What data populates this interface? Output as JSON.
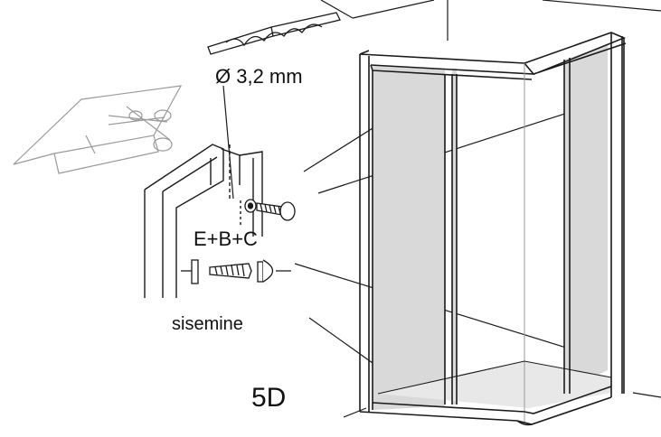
{
  "diagram": {
    "drill_size_label": "Ø 3,2 mm",
    "parts_label": "E+B+C",
    "inside_label": "sisemine",
    "step_label": "5D"
  },
  "colors": {
    "line": "#1a1a1a",
    "glass": "#d9d9d9",
    "light_line": "#9a9a9a",
    "background": "#ffffff"
  },
  "icons": [
    "drill-bit-icon",
    "scissors-icon",
    "screw-icon",
    "screw-cap-icon",
    "wall-plug-icon"
  ]
}
